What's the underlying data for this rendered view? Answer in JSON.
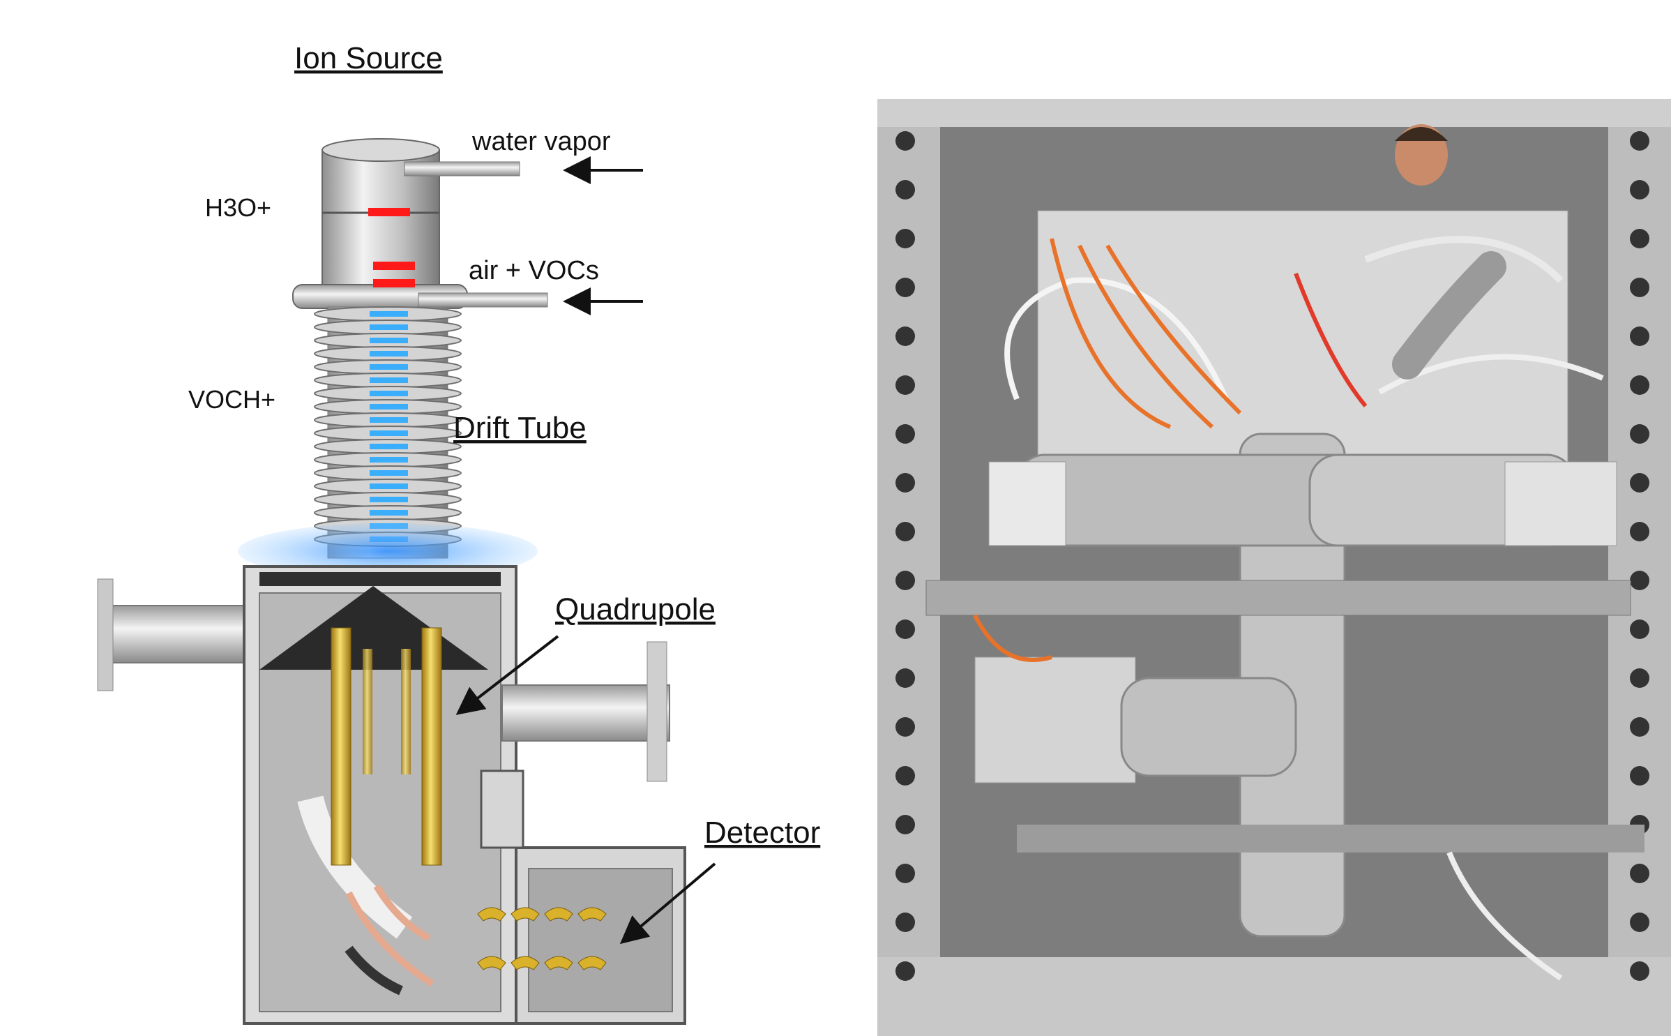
{
  "diagram": {
    "title": "Ion Source",
    "labels": {
      "water_vapor": "water vapor",
      "air_vocs": "air + VOCs",
      "h3o": "H3O+",
      "voch": "VOCH+",
      "drift_tube": "Drift Tube",
      "quadrupole": "Quadrupole",
      "detector": "Detector"
    }
  },
  "colors": {
    "ion_marks": "#ff1a1a",
    "drift_glow": "#29a8ff",
    "metal_light": "#e6e6e6",
    "metal_dark": "#8c8c8c",
    "gold": "#d9b12a",
    "copper": "#e4a98f",
    "frame_aluminum": "#c4c4c4"
  },
  "photo": {
    "description_icon": "instrument-photo"
  }
}
